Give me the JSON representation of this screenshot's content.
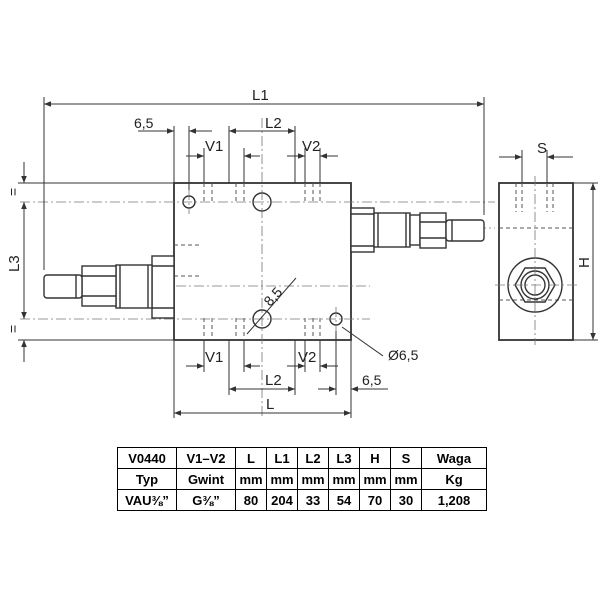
{
  "dimension_labels": {
    "l1": "L1",
    "l2_top": "L2",
    "l2_bottom": "L2",
    "l3": "L3",
    "v1_top": "V1",
    "v2_top": "V2",
    "v1_bottom": "V1",
    "v2_bottom": "V2",
    "d6_5_top": "6,5",
    "d6_5_bottom": "6,5",
    "d8_5": "8,5",
    "d_hole": "Ø6,5",
    "l": "L",
    "s": "S",
    "h": "H",
    "eq_top": "=",
    "eq_bottom": "="
  },
  "spec_table": {
    "rows": [
      [
        "V0440",
        "V1–V2",
        "L",
        "L1",
        "L2",
        "L3",
        "H",
        "S",
        "Waga"
      ],
      [
        "Typ",
        "Gwint",
        "mm",
        "mm",
        "mm",
        "mm",
        "mm",
        "mm",
        "Kg"
      ],
      [
        "VAU⅜”",
        "G⅜”",
        "80",
        "204",
        "33",
        "54",
        "70",
        "30",
        "1,208"
      ]
    ]
  }
}
